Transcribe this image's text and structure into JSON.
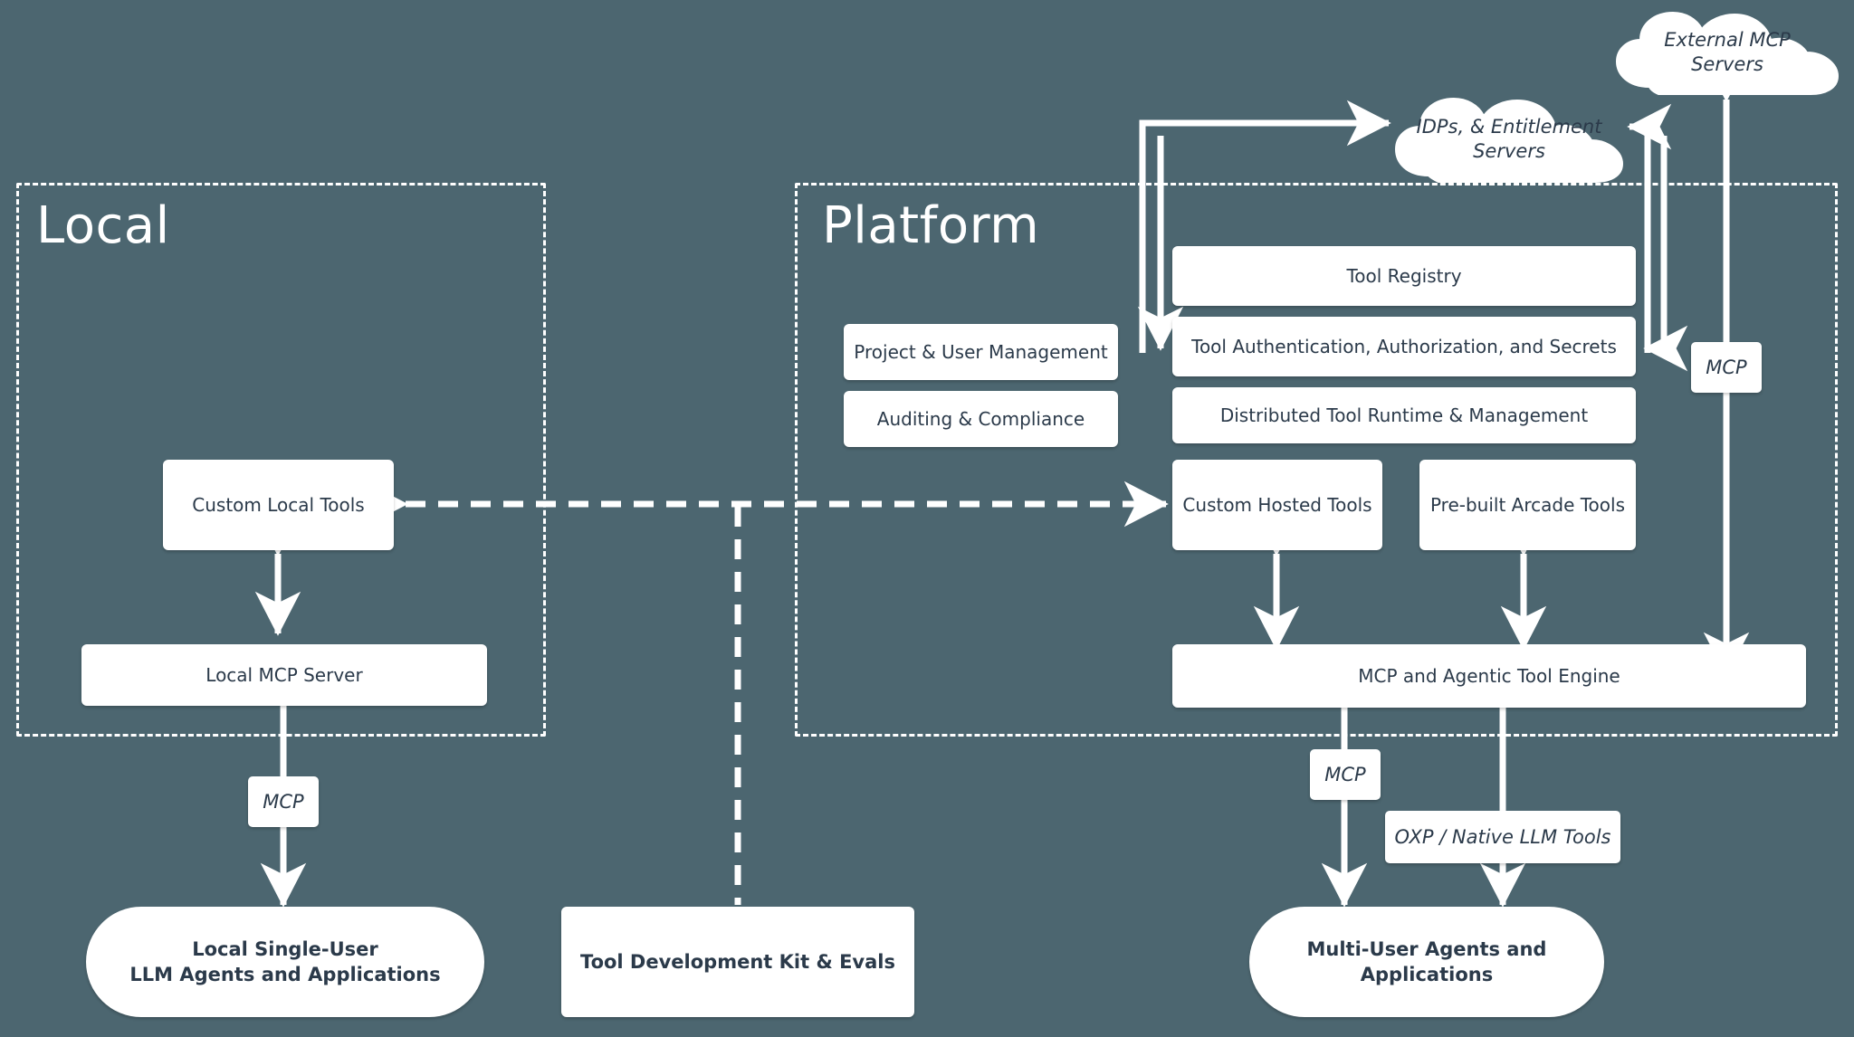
{
  "diagram": {
    "title": "Arcade Tool Platform Architecture",
    "background_color": "#4c6670",
    "node_fill": "#ffffff",
    "node_text_color": "#2b3a4a",
    "connector_color": "#ffffff"
  },
  "zones": [
    {
      "name": "local",
      "title": "Local"
    },
    {
      "name": "platform",
      "title": "Platform"
    }
  ],
  "clouds": [
    {
      "name": "external-mcp-servers",
      "label": "External MCP Servers"
    },
    {
      "name": "idps-entitlement-servers",
      "label": "IDPs, & Entitlement Servers"
    }
  ],
  "local": {
    "custom_local_tools": "Custom Local Tools",
    "local_mcp_server": "Local MCP Server",
    "mcp_chip": "MCP",
    "agents_line1": "Local Single-User",
    "agents_line2": "LLM Agents and Applications"
  },
  "middle": {
    "tool_development_kit": "Tool Development Kit & Evals"
  },
  "platform": {
    "project_user_management": "Project & User Management",
    "auditing_compliance": "Auditing & Compliance",
    "tool_registry": "Tool Registry",
    "tool_auth": "Tool Authentication, Authorization, and Secrets",
    "distributed_runtime": "Distributed Tool Runtime & Management",
    "custom_hosted_tools": "Custom Hosted Tools",
    "prebuilt_arcade_tools": "Pre-built Arcade Tools",
    "mcp_agentic_engine": "MCP and Agentic Tool Engine",
    "mcp_chip_right": "MCP",
    "mcp_chip_bottom": "MCP",
    "oxp_native_llm_tools": "OXP / Native LLM Tools",
    "agents_line1": "Multi-User Agents and",
    "agents_line2": "Applications"
  }
}
